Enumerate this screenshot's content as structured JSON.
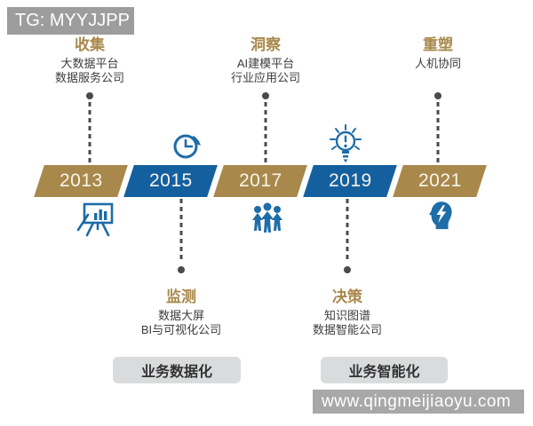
{
  "badge": {
    "text": "TG: MYYJJPP"
  },
  "timeline": {
    "years": [
      {
        "label": "2013"
      },
      {
        "label": "2015"
      },
      {
        "label": "2017"
      },
      {
        "label": "2019"
      },
      {
        "label": "2021"
      }
    ]
  },
  "top_labels": [
    {
      "title": "收集",
      "line1": "大数据平台",
      "line2": "数据服务公司"
    },
    {
      "title": "洞察",
      "line1": "AI建模平台",
      "line2": "行业应用公司"
    },
    {
      "title": "重塑",
      "line1": "人机协同"
    }
  ],
  "bottom_labels": [
    {
      "title": "监测",
      "line1": "数据大屏",
      "line2": "BI与可视化公司"
    },
    {
      "title": "决策",
      "line1": "知识图谱",
      "line2": "数据智能公司"
    }
  ],
  "phase_boxes": [
    {
      "label": "业务数据化"
    },
    {
      "label": "业务智能化"
    }
  ],
  "watermark": {
    "text": "www.qingmeijiaoyu.com"
  },
  "icons": {
    "above_2015": "clock-history-icon",
    "above_2019": "lightbulb-alert-icon",
    "below_2013": "presentation-chart-icon",
    "below_2017": "team-icon",
    "below_2021": "ai-head-icon"
  },
  "colors": {
    "gold": "#a8884b",
    "blue": "#14609f",
    "icon_blue": "#1e6ca8",
    "connector_gray": "#4b4b4b",
    "badge_gray": "#9d9d9d",
    "watermark_gray": "#a8a8a8",
    "phase_box_gray": "#d9dbdc"
  }
}
